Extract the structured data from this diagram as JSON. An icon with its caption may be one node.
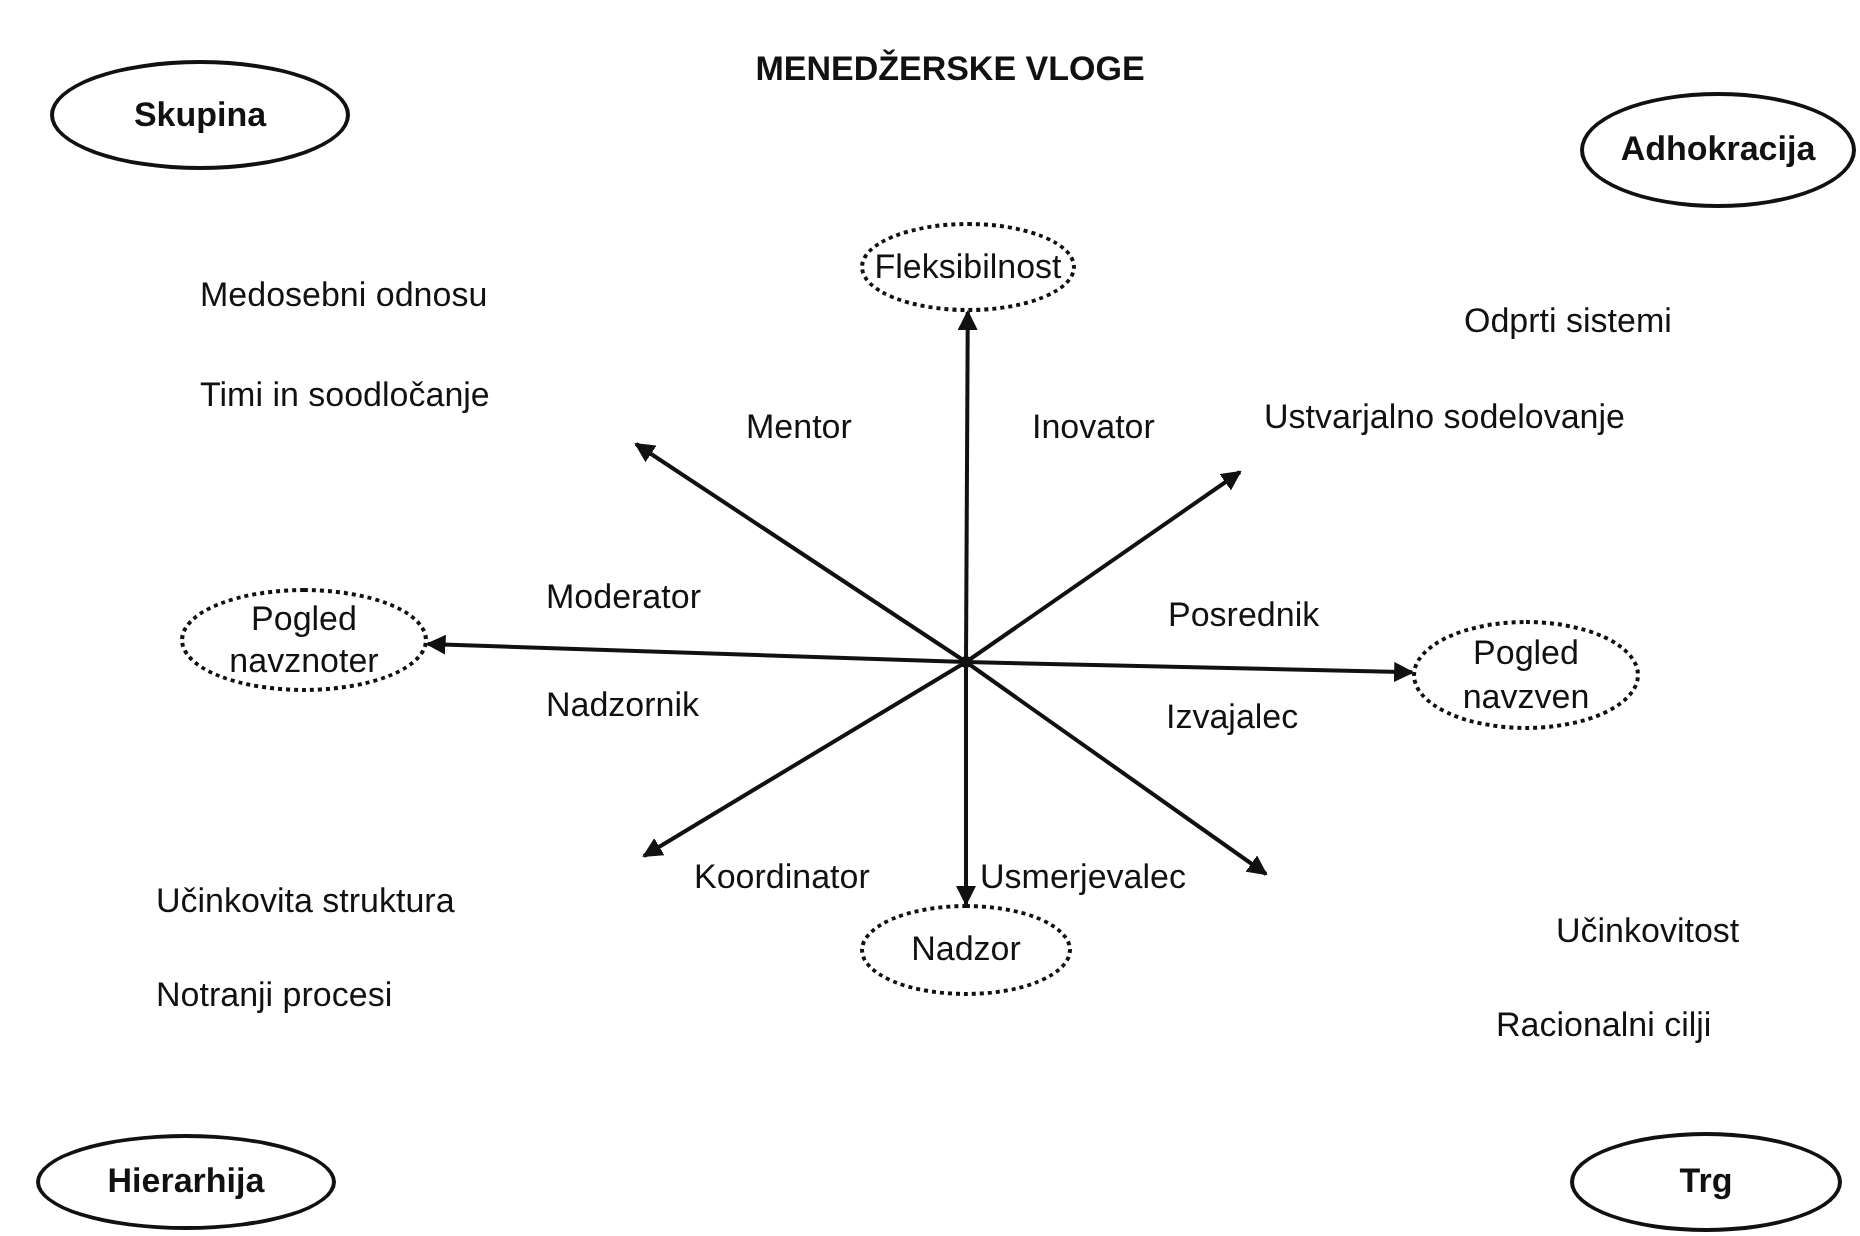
{
  "diagram": {
    "title": "MENEDŽERSKE VLOGE",
    "nodes": [
      {
        "text": [
          "Skupina"
        ]
      },
      {
        "text": [
          "Adhokracija"
        ]
      },
      {
        "text": [
          "Fleksibilnost"
        ]
      },
      {
        "text": [
          "Pogled navznoter"
        ]
      },
      {
        "text": [
          "Pogled navzven"
        ]
      },
      {
        "text": [
          "Nadzor"
        ]
      },
      {
        "text": [
          "Hierarhija"
        ]
      },
      {
        "text": [
          "Trg"
        ]
      },
      {
        "text": [],
        "shape": "point"
      }
    ],
    "edges": [
      {
        "from": 8,
        "to": 2,
        "arrow": "to"
      },
      {
        "from": 8,
        "to": 5,
        "arrow": "to"
      },
      {
        "from": 8,
        "to": 3,
        "arrow": "to"
      },
      {
        "from": 8,
        "to": 4,
        "arrow": "to"
      },
      {
        "from": 8,
        "to": null,
        "arrow": "to"
      },
      {
        "from": 8,
        "to": null,
        "arrow": "to"
      },
      {
        "from": 8,
        "to": null,
        "arrow": "to"
      },
      {
        "from": 8,
        "to": null,
        "arrow": "to"
      }
    ],
    "labels": [
      "Medosebni odnosu",
      "Timi in soodločanje",
      "Odprti sistemi",
      "Ustvarjalno sodelovanje",
      "Mentor",
      "Inovator",
      "Moderator",
      "Posrednik",
      "Nadzornik",
      "Izvajalec",
      "Učinkovita struktura",
      "Notranji procesi",
      "Koordinator",
      "Usmerjevalec",
      "Učinkovitost",
      "Racionalni cilji"
    ]
  }
}
